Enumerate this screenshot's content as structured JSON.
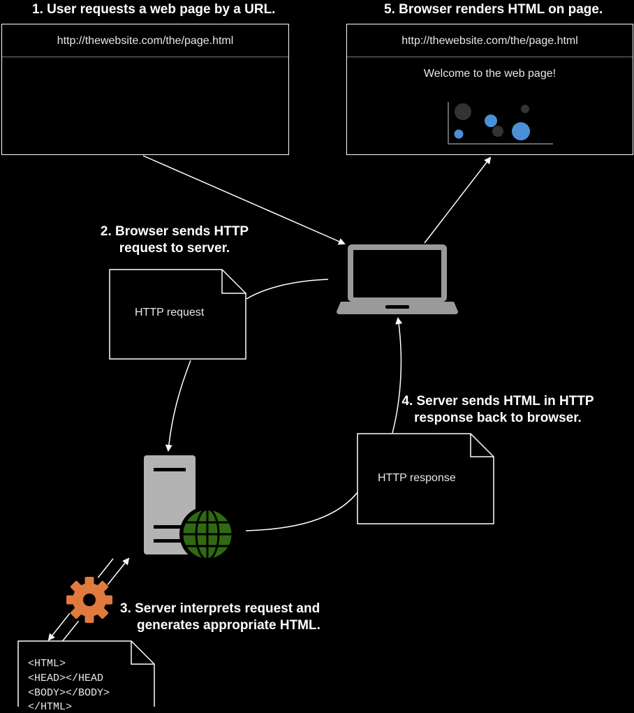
{
  "steps": {
    "step1": "1. User requests a web page by a URL.",
    "step2_line1": "2. Browser sends HTTP",
    "step2_line2": "request to server.",
    "step3_line1": "3. Server interprets request and",
    "step3_line2": "generates appropriate HTML.",
    "step4_line1": "4. Server sends HTML in HTTP",
    "step4_line2": "response back to browser.",
    "step5": "5. Browser renders HTML on page."
  },
  "left_browser": {
    "url": "http://thewebsite.com/the/page.html"
  },
  "right_browser": {
    "url": "http://thewebsite.com/the/page.html",
    "welcome": "Welcome to the web page!"
  },
  "documents": {
    "request_label": "HTTP request",
    "response_label": "HTTP response",
    "html_code": [
      "<HTML>",
      "<HEAD></HEAD",
      "<BODY></BODY>",
      "</HTML>"
    ]
  },
  "icons": {
    "laptop": "laptop-icon",
    "server": "server-icon",
    "globe": "globe-icon",
    "gear": "gear-icon",
    "chart": "bubble-chart-icon"
  },
  "colors": {
    "background": "#000000",
    "laptop": "#9a9a9a",
    "server": "#b3b3b3",
    "globe": "#2f6a12",
    "gear": "#e07a3f",
    "bubble_blue": "#4a90d9",
    "bubble_dark": "#333333"
  }
}
